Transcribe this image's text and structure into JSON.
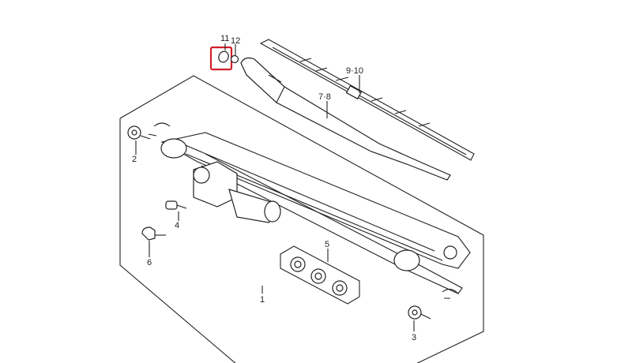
{
  "diagram": {
    "title": "Windshield wiper linkage parts diagram",
    "highlight_color": "#d0202a",
    "highlighted_part": "11",
    "callouts": [
      {
        "id": "c11",
        "label": "11"
      },
      {
        "id": "c12",
        "label": "12"
      },
      {
        "id": "c910",
        "label": "9·10"
      },
      {
        "id": "c78",
        "label": "7·8"
      },
      {
        "id": "c2",
        "label": "2"
      },
      {
        "id": "c4",
        "label": "4"
      },
      {
        "id": "c6",
        "label": "6"
      },
      {
        "id": "c5",
        "label": "5"
      },
      {
        "id": "c1",
        "label": "1"
      },
      {
        "id": "c3",
        "label": "3"
      }
    ]
  }
}
